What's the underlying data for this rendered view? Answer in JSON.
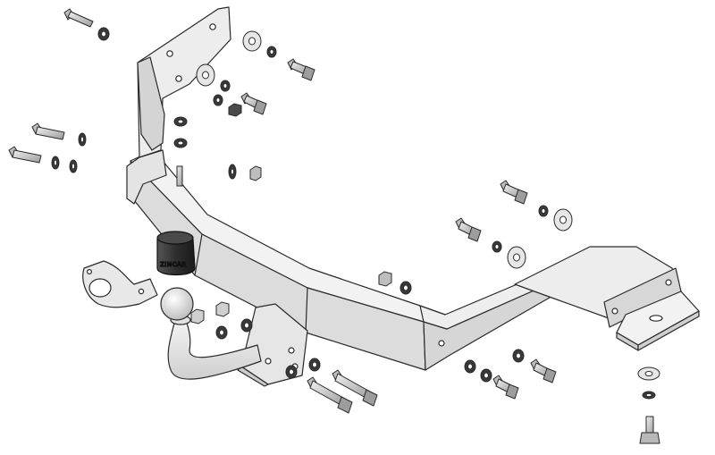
{
  "diagram": {
    "kind": "exploded-assembly",
    "subject": "tow-bar-kit",
    "ball_cover_mark": "ZINCAR"
  },
  "palette": {
    "background": "#ffffff",
    "metal_light": "#ececec",
    "metal_mid": "#d2d2d2",
    "metal_dark": "#a8a8a8",
    "outline": "#2a2a2a",
    "rubber": "#3c3c3c",
    "rubber_dark": "#1c1c1c"
  }
}
